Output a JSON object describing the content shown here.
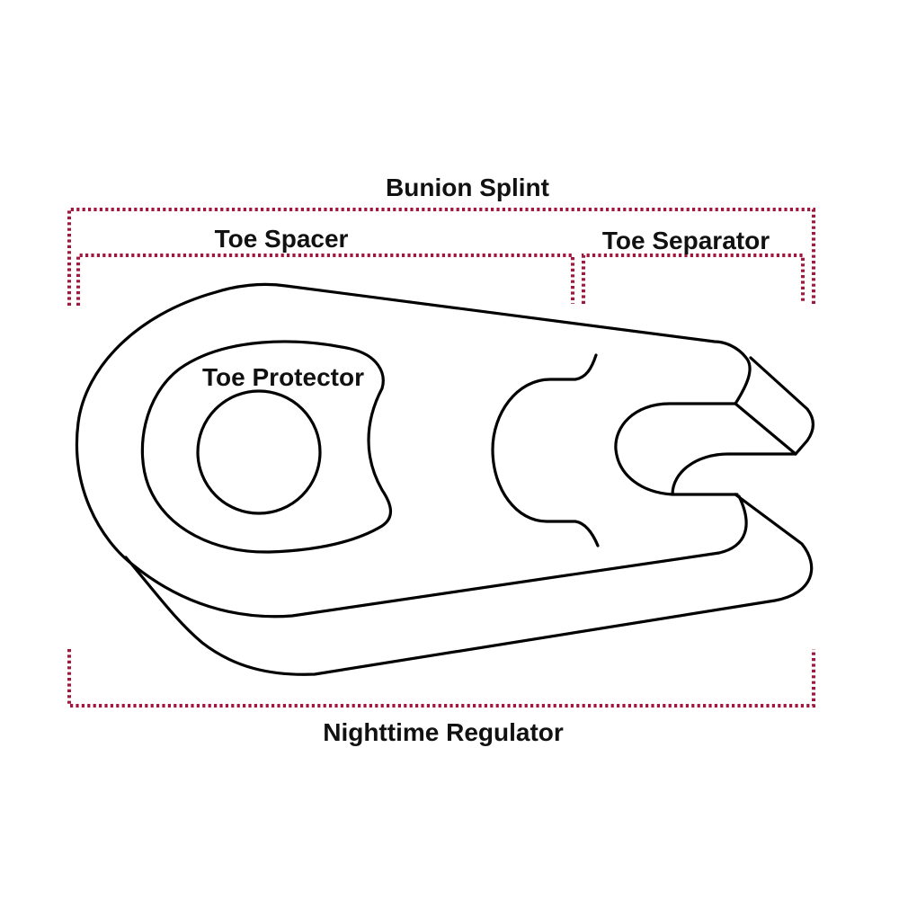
{
  "labels": {
    "bunion_splint": "Bunion Splint",
    "toe_spacer": "Toe Spacer",
    "toe_separator": "Toe Separator",
    "toe_protector": "Toe Protector",
    "nighttime_regulator": "Nighttime Regulator"
  },
  "colors": {
    "bracket": "#a3173f",
    "outline": "#000000"
  }
}
